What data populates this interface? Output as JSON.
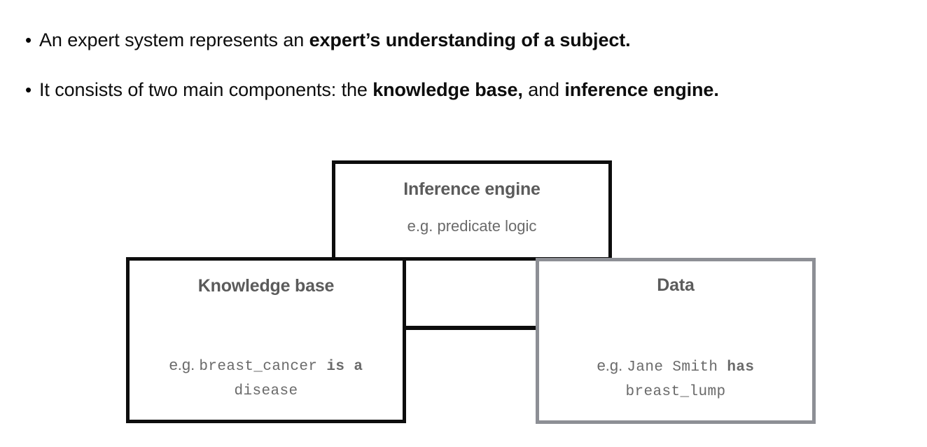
{
  "slide": {
    "background": "#ffffff",
    "bullets": [
      {
        "marker": "•",
        "parts": [
          {
            "text": "An expert system represents an ",
            "bold": false
          },
          {
            "text": "expert’s understanding of a subject.",
            "bold": true
          }
        ],
        "plain": "An expert system represents an expert’s understanding of a subject."
      },
      {
        "marker": "•",
        "parts": [
          {
            "text": "It consists of two main components: the ",
            "bold": false
          },
          {
            "text": "knowledge base,",
            "bold": true
          },
          {
            "text": " and ",
            "bold": false
          },
          {
            "text": "inference engine.",
            "bold": true
          }
        ],
        "plain": "It consists of two main components: the knowledge base, and inference engine."
      }
    ]
  },
  "diagram": {
    "type": "block-diagram",
    "title_color": "#5b5b5b",
    "body_color": "#6a6a6a",
    "boxes": [
      {
        "id": "inference-engine",
        "title": "Inference engine",
        "example_prefix": "e.g. ",
        "example_body": "predicate logic",
        "border_color": "#0d0d0d",
        "mono_example": false
      },
      {
        "id": "knowledge-base",
        "title": "Knowledge base",
        "example_prefix": "e.g. ",
        "example_subject": "breast_cancer",
        "example_relation": "is a",
        "example_object": "disease",
        "border_color": "#0d0d0d",
        "mono_example": true
      },
      {
        "id": "data",
        "title": "Data",
        "example_prefix": "e.g. ",
        "example_subject": "Jane Smith",
        "example_relation": "has",
        "example_object": "breast_lump",
        "border_color": "#8d8f95",
        "mono_example": true
      }
    ],
    "connections": [
      {
        "from": "inference-engine",
        "to": "knowledge-base",
        "style": "elbow"
      },
      {
        "from": "inference-engine",
        "to": "data",
        "style": "elbow"
      },
      {
        "from": "knowledge-base",
        "to": "data",
        "style": "straight"
      }
    ]
  }
}
